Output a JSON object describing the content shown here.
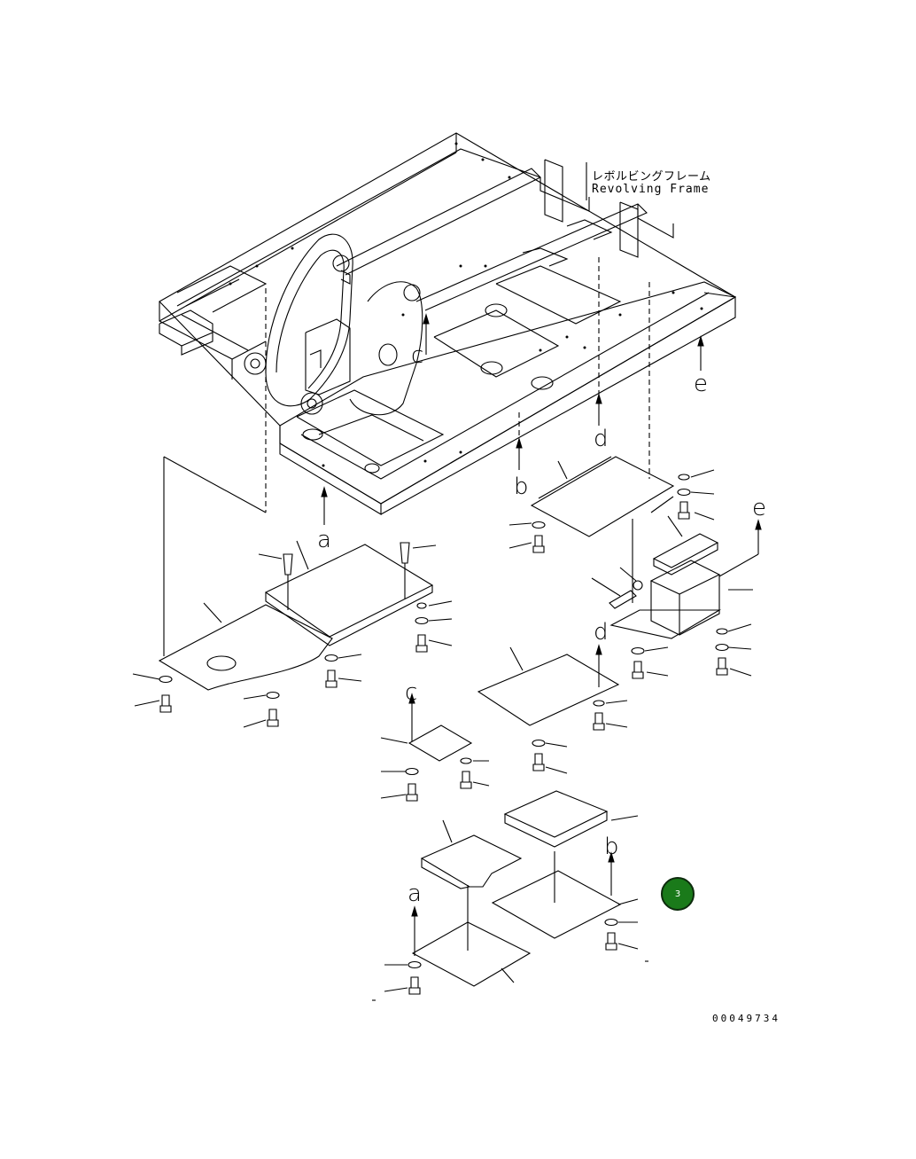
{
  "frame_label": {
    "japanese": "レボルビングフレーム",
    "english": "Revolving Frame"
  },
  "reference_letters": {
    "a": "a",
    "b": "b",
    "c": "c",
    "d": "d",
    "e": "e"
  },
  "part_number": "00049734",
  "callout": {
    "label": "3",
    "color": "#1a7a1a"
  }
}
